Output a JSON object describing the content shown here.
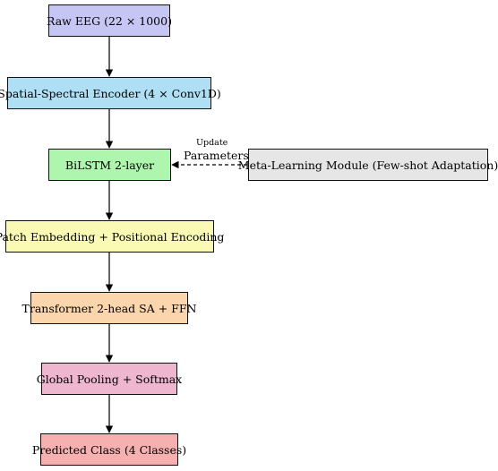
{
  "colors": {
    "raw": "#c6c6f5",
    "spatial": "#aedff5",
    "bilstm": "#aef5ae",
    "meta": "#e6e6e6",
    "patch": "#fafab4",
    "transformer": "#fbd6ad",
    "pooling": "#efb6d0",
    "predicted": "#f7b0b0",
    "edge": "#000000"
  },
  "nodes": {
    "raw": "Raw EEG (22 × 1000)",
    "spatial": "Spatial-Spectral Encoder (4 × Conv1D)",
    "bilstm": "BiLSTM 2-layer",
    "meta": "Meta-Learning Module (Few-shot Adaptation)",
    "patch": "Patch Embedding + Positional Encoding",
    "transformer": "Transformer 2-head SA + FFN",
    "pooling": "Global Pooling + Softmax",
    "predicted": "Predicted Class (4 Classes)"
  },
  "edge_label": {
    "line1": "Update",
    "line2": "Parameters"
  }
}
